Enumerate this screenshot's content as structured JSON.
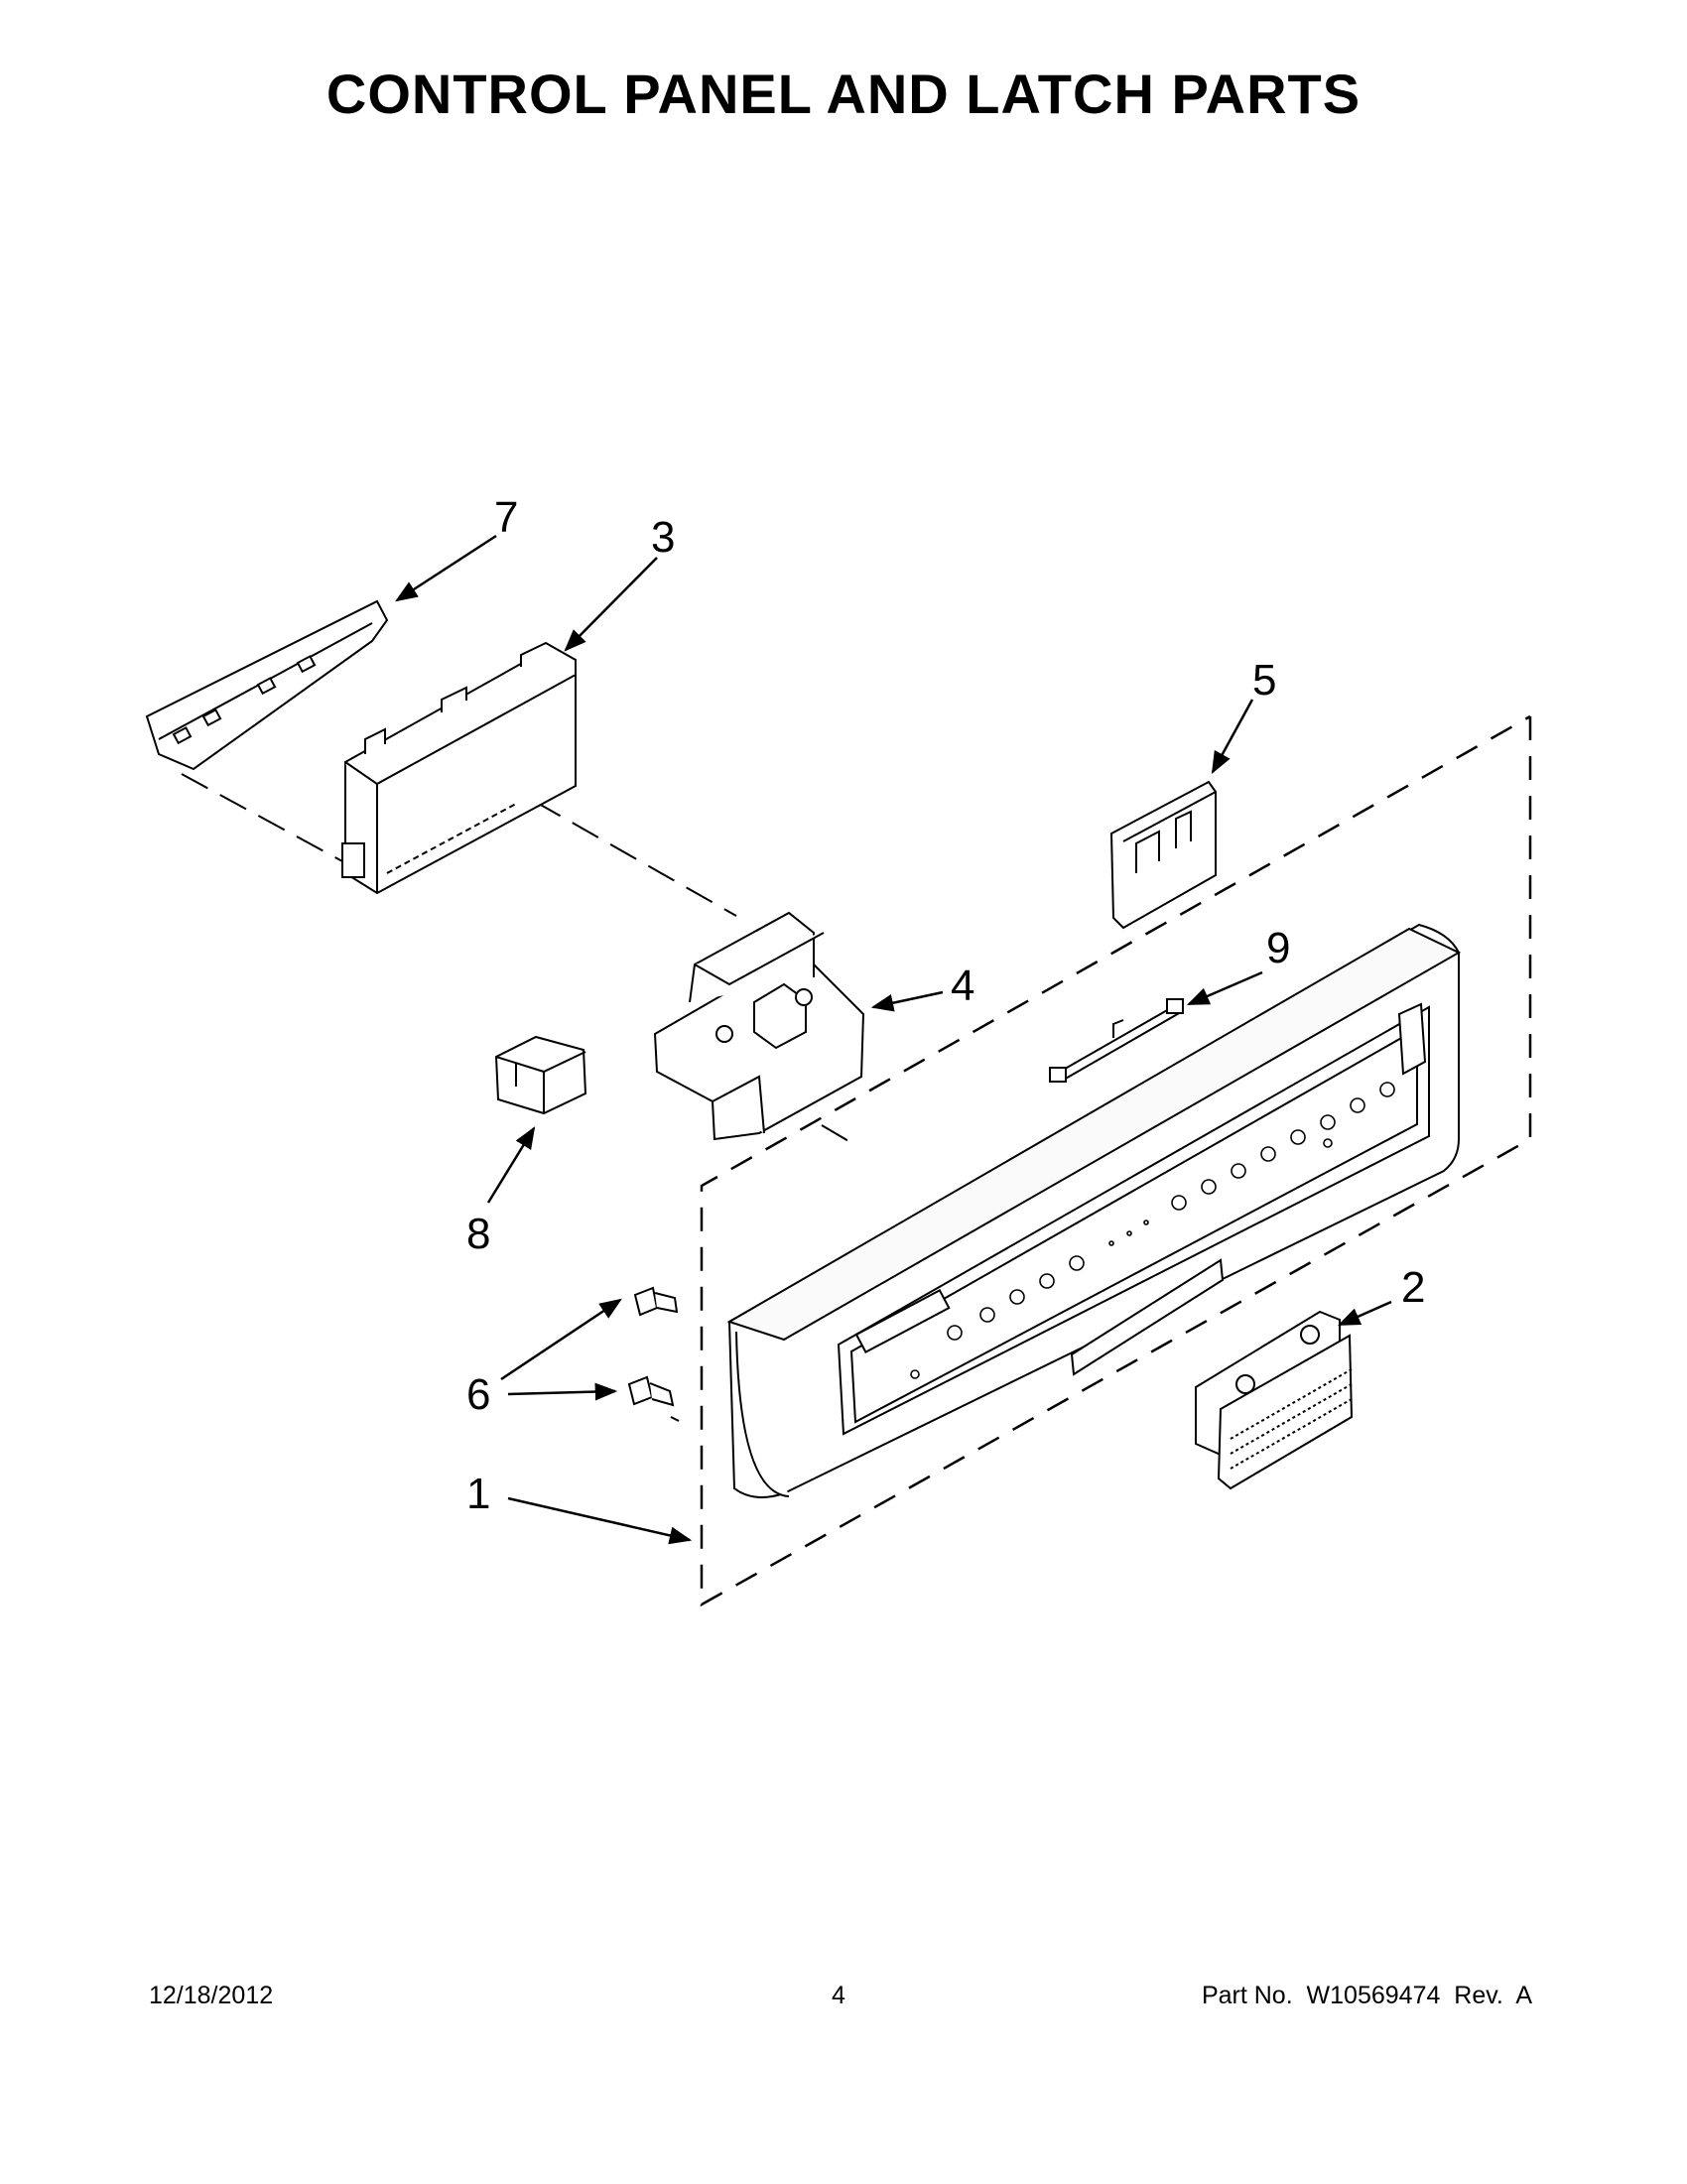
{
  "title": "CONTROL PANEL AND LATCH PARTS",
  "callouts": {
    "c1": "1",
    "c2": "2",
    "c3": "3",
    "c4": "4",
    "c5": "5",
    "c6": "6",
    "c7": "7",
    "c8": "8",
    "c9": "9"
  },
  "footer": {
    "date": "12/18/2012",
    "page": "4",
    "part": "Part No.  W10569474  Rev.  A"
  }
}
